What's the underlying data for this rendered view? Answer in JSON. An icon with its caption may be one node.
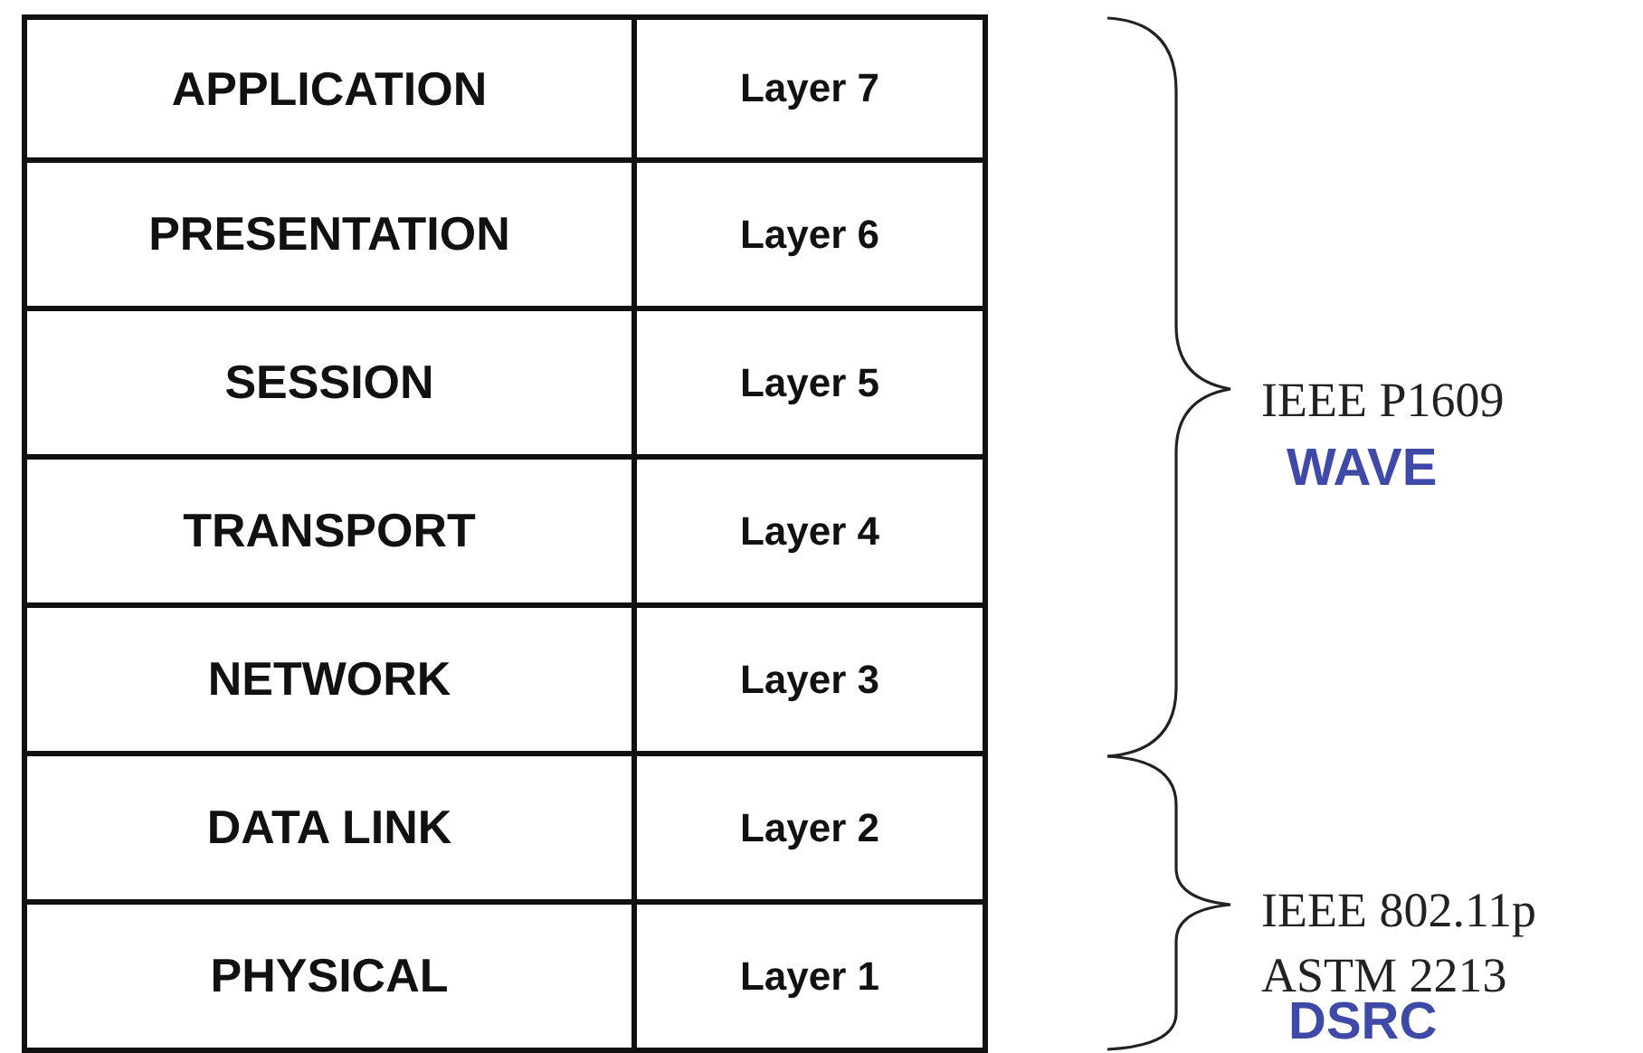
{
  "diagram": {
    "nodes": [
      {
        "text": [
          "APPLICATION"
        ]
      },
      {
        "text": [
          "Layer 7"
        ]
      },
      {
        "text": [
          "PRESENTATION"
        ]
      },
      {
        "text": [
          "Layer 6"
        ]
      },
      {
        "text": [
          "SESSION"
        ]
      },
      {
        "text": [
          "Layer 5"
        ]
      },
      {
        "text": [
          "TRANSPORT"
        ]
      },
      {
        "text": [
          "Layer 4"
        ]
      },
      {
        "text": [
          "NETWORK"
        ]
      },
      {
        "text": [
          "Layer 3"
        ]
      },
      {
        "text": [
          "DATA LINK"
        ]
      },
      {
        "text": [
          "Layer 2"
        ]
      },
      {
        "text": [
          "PHYSICAL"
        ]
      },
      {
        "text": [
          "Layer 1"
        ]
      }
    ],
    "labels": [
      "IEEE P1609",
      "WAVE",
      "IEEE 802.11p",
      "ASTM 2213",
      "DSRC"
    ]
  }
}
